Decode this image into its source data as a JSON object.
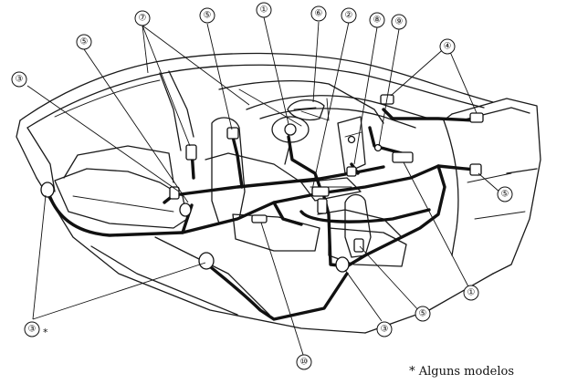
{
  "callouts": {
    "c1": "①",
    "c2": "②",
    "c3": "③",
    "c5": "⑤",
    "c6": "⑥",
    "c7": "⑦",
    "c8": "⑧",
    "c9": "⑨",
    "c4": "④",
    "c10": "⑩"
  },
  "asterisk": "*",
  "footnote": "* Alguns modelos"
}
